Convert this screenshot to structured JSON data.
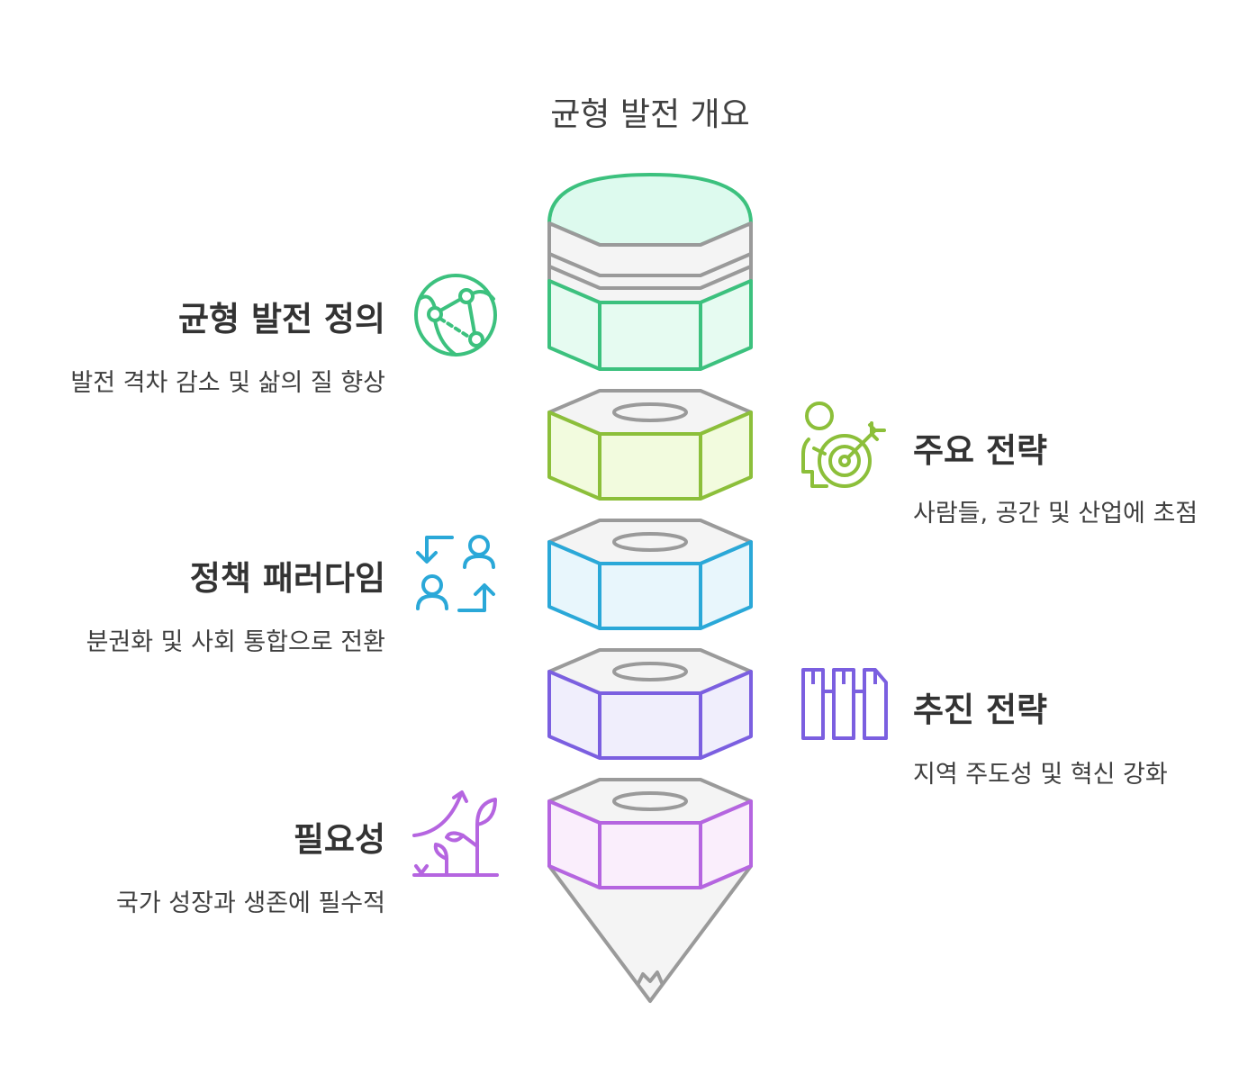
{
  "title": "균형 발전 개요",
  "colors": {
    "green": "#3cc17e",
    "lime": "#8cbf3a",
    "blue": "#2aa8d8",
    "purple": "#7b5fe0",
    "magenta": "#b565e0",
    "gray": "#9a9a9a"
  },
  "sections": [
    {
      "heading": "균형 발전 정의",
      "desc": "발전 격차 감소 및 삶의 질 향상",
      "icon": "network-globe-icon"
    },
    {
      "heading": "주요 전략",
      "desc": "사람들, 공간 및 산업에 초점",
      "icon": "person-target-icon"
    },
    {
      "heading": "정책 패러다임",
      "desc": "분권화 및 사회 통합으로 전환",
      "icon": "people-exchange-icon"
    },
    {
      "heading": "추진 전략",
      "desc": "지역 주도성 및 혁신 강화",
      "icon": "blocks-icon"
    },
    {
      "heading": "필요성",
      "desc": "국가 성장과 생존에 필수적",
      "icon": "growing-plant-icon"
    }
  ]
}
